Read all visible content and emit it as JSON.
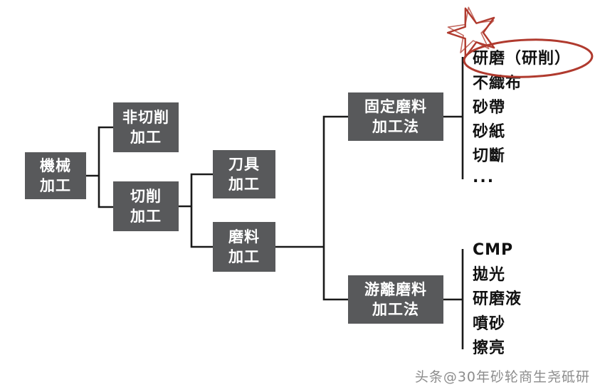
{
  "nodes": {
    "root": "機械\n加工",
    "non_cutting": "非切削\n加工",
    "cutting": "切削\n加工",
    "tool": "刀具\n加工",
    "abrasive": "磨料\n加工",
    "fixed": "固定磨料\n加工法",
    "free": "游離磨料\n加工法"
  },
  "fixed_list": [
    "研磨（研削）",
    "不織布",
    "砂帶",
    "砂紙",
    "切斷",
    "..."
  ],
  "free_list": [
    "CMP",
    "拋光",
    "研磨液",
    "噴砂",
    "擦亮"
  ],
  "watermark": "头条@30年砂轮商生尧砥研",
  "colors": {
    "box_bg": "#58595b",
    "box_text": "#ffffff",
    "line_color": "#1a1a1a",
    "highlight": "#b03a2e",
    "watermark_color": "#8c8c8c"
  }
}
